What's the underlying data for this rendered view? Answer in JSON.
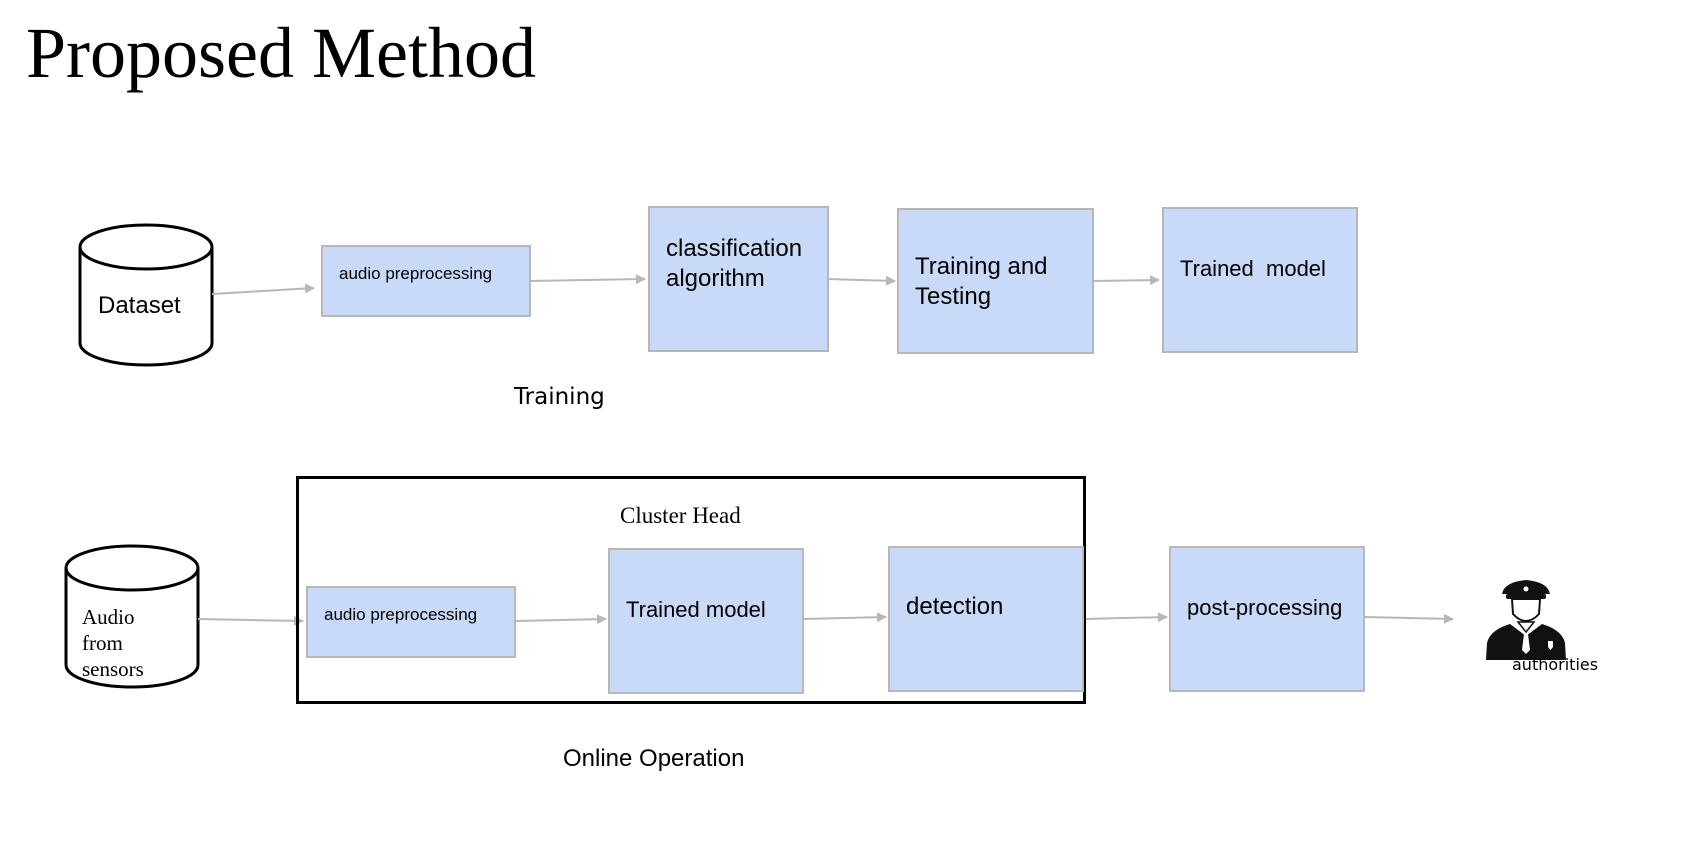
{
  "title": "Proposed Method",
  "training": {
    "label": "Training",
    "dataset": "Dataset",
    "steps": [
      "audio preprocessing",
      "classification algorithm",
      "Training and Testing",
      "Trained  model"
    ]
  },
  "online": {
    "label": "Online Operation",
    "source": [
      "Audio",
      "from",
      "sensors"
    ],
    "cluster_head": "Cluster Head",
    "steps": [
      "audio preprocessing",
      "Trained model",
      "detection",
      "post-processing"
    ],
    "destination": "authorities",
    "destination_icon": "police-officer-icon"
  },
  "colors": {
    "box_fill": "#c9daf8",
    "box_border": "#b7b7b7",
    "arrow": "#b7b7b7"
  }
}
